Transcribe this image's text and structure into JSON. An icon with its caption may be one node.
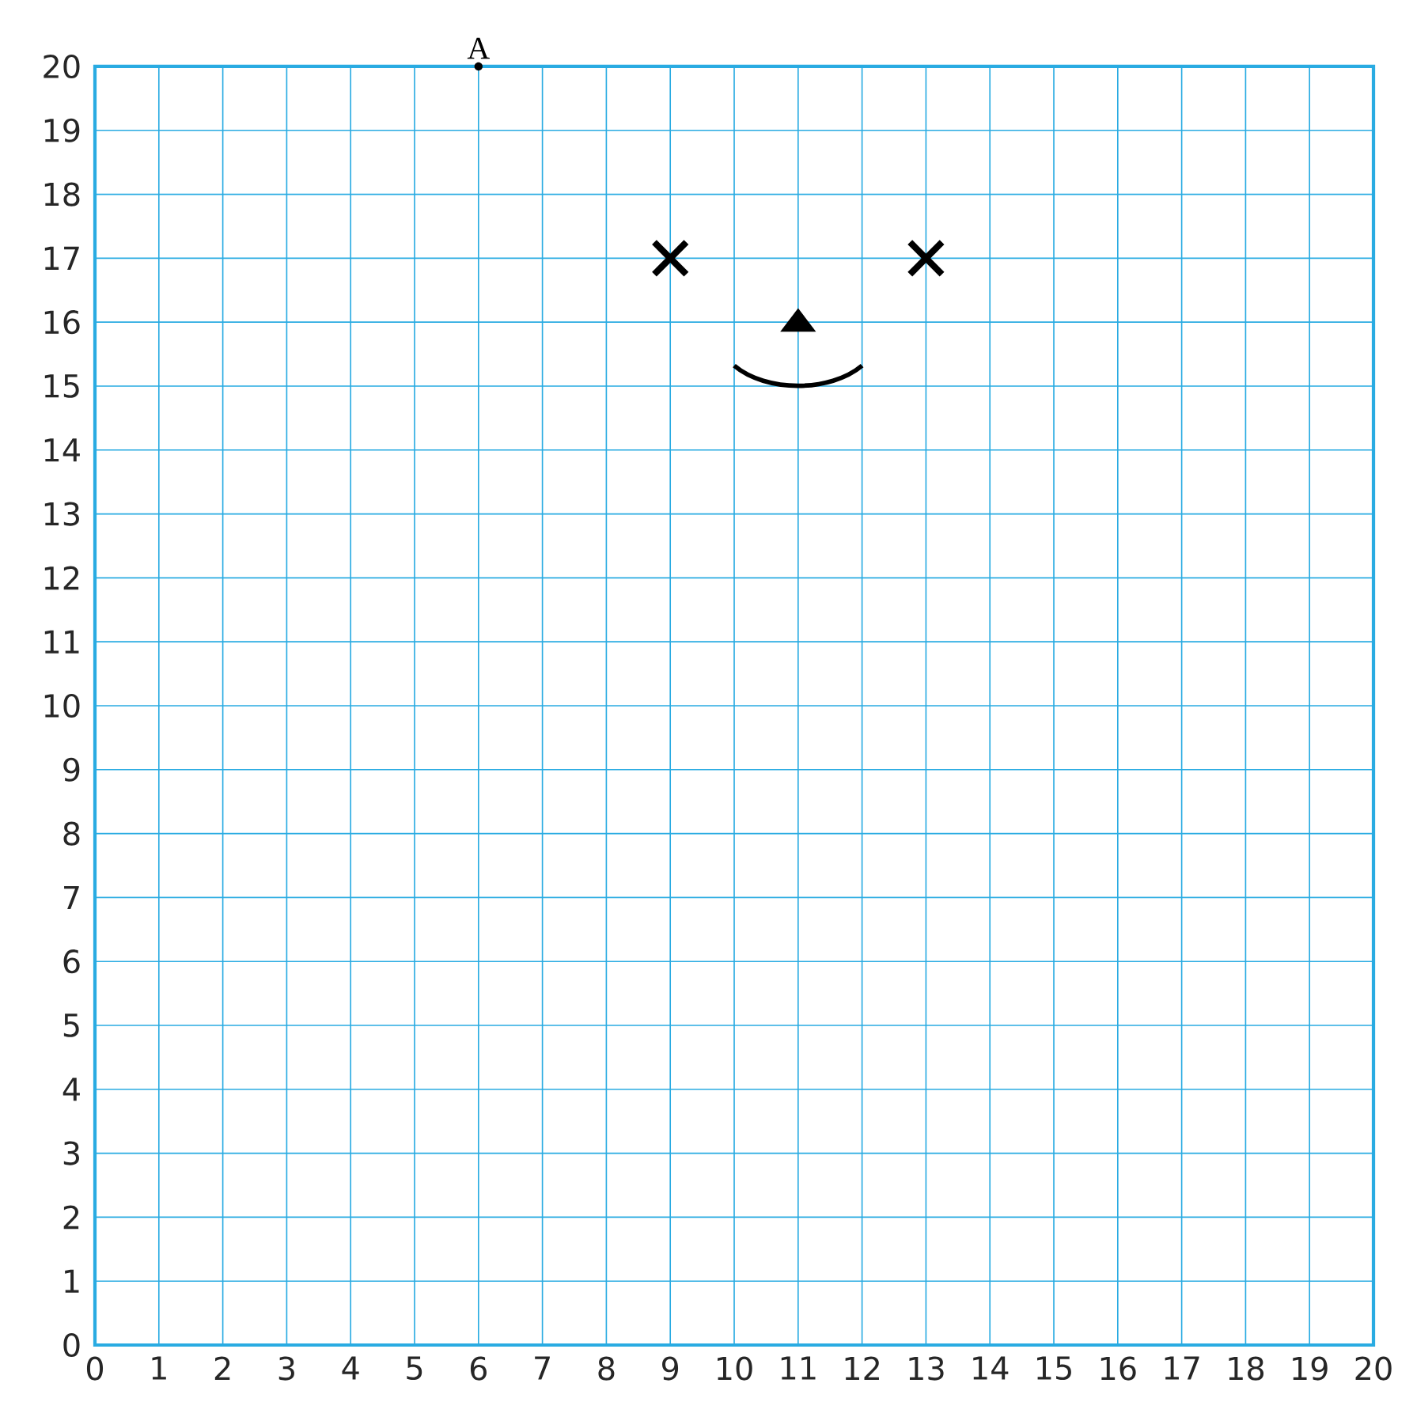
{
  "diagram": {
    "labels": [
      "A",
      "20",
      "19",
      "18",
      "17",
      "16",
      "15",
      "14",
      "13",
      "12",
      "11",
      "10",
      "9",
      "8",
      "7",
      "6",
      "5",
      "4",
      "3",
      "2",
      "1",
      "0",
      "0",
      "1",
      "2",
      "3",
      "4",
      "5",
      "6",
      "7",
      "8",
      "9",
      "10",
      "11",
      "12",
      "13",
      "14",
      "15",
      "16",
      "17",
      "18",
      "19",
      "20"
    ]
  }
}
